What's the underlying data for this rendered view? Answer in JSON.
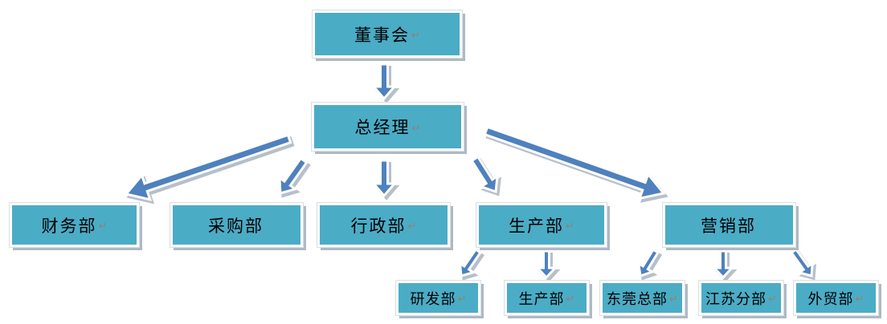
{
  "diagram": {
    "type": "org-chart",
    "background": "#FFFFFF",
    "colors": {
      "node_fill": "#4BACC6",
      "node_border": "#FFFFFF",
      "node_text": "#000000",
      "arrow_fill": "#4E81BD",
      "arrow_outline": "#FFFFFF",
      "arrow_shadow": "#B7BFC9",
      "paragraph_mark": "#8C8474"
    },
    "nodes": [
      {
        "id": "board",
        "label": "董事会",
        "mark": "↵",
        "level": 1
      },
      {
        "id": "gm",
        "label": "总经理",
        "mark": "↵",
        "level": 2
      },
      {
        "id": "finance",
        "label": "财务部",
        "mark": "↵",
        "level": 3
      },
      {
        "id": "purchasing",
        "label": "采购部",
        "mark": "",
        "level": 3
      },
      {
        "id": "admin",
        "label": "行政部",
        "mark": "↵",
        "level": 3
      },
      {
        "id": "production",
        "label": "生产部",
        "mark": "↵",
        "level": 3
      },
      {
        "id": "marketing",
        "label": "营销部",
        "mark": "",
        "level": 3
      },
      {
        "id": "rnd",
        "label": "研发部",
        "mark": "↵",
        "level": 4
      },
      {
        "id": "production-sub",
        "label": "生产部",
        "mark": "↵",
        "level": 4
      },
      {
        "id": "dongguan",
        "label": "东莞总部",
        "mark": "↵",
        "level": 4
      },
      {
        "id": "jiangsu",
        "label": "江苏分部",
        "mark": "↵",
        "level": 4
      },
      {
        "id": "trade",
        "label": "外贸部",
        "mark": "↵",
        "level": 4
      }
    ],
    "connections": [
      {
        "from": "董事会",
        "to": "总经理"
      },
      {
        "from": "总经理",
        "to": "财务部"
      },
      {
        "from": "总经理",
        "to": "采购部"
      },
      {
        "from": "总经理",
        "to": "行政部"
      },
      {
        "from": "总经理",
        "to": "生产部"
      },
      {
        "from": "总经理",
        "to": "营销部"
      },
      {
        "from": "生产部",
        "to": "研发部"
      },
      {
        "from": "生产部",
        "to": "生产部"
      },
      {
        "from": "营销部",
        "to": "东莞总部"
      },
      {
        "from": "营销部",
        "to": "江苏分部"
      },
      {
        "from": "营销部",
        "to": "外贸部"
      }
    ]
  }
}
